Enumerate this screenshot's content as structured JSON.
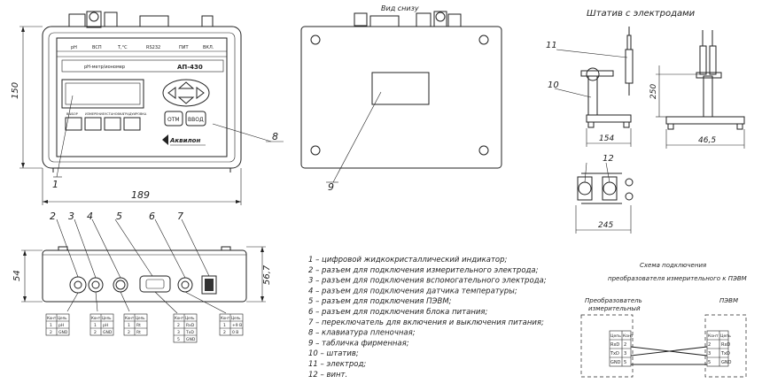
{
  "front_view": {
    "indicators": [
      "pH",
      "ВСП",
      "T,°C",
      "RS232",
      "ПИТ",
      "ВКЛ."
    ],
    "device_label": "pH-метр/иономер",
    "model": "АП-430",
    "keys": [
      "ВЫБОР",
      "ИЗМЕРЕНИЕ",
      "УСТАНОВКА",
      "ГРАДУИРОВКА"
    ],
    "btn_otm": "ОТМ",
    "btn_vvod": "ВВОД",
    "brand": "Аквилон",
    "dim_height": "150",
    "dim_width": "189",
    "callout_1": "1",
    "callout_8": "8"
  },
  "bottom_view": {
    "title": "Вид снизу",
    "callout_9": "9"
  },
  "side_view": {
    "dim_height": "54",
    "dim_height2": "56,7",
    "callouts": [
      "2",
      "3",
      "4",
      "5",
      "6",
      "7"
    ],
    "table_header": [
      "Конт",
      "Цепь"
    ],
    "tables": [
      [
        [
          "1",
          "рН"
        ],
        [
          "2",
          "GND"
        ]
      ],
      [
        [
          "1",
          "рН"
        ],
        [
          "2",
          "GND"
        ]
      ],
      [
        [
          "1",
          "Rt"
        ],
        [
          "2",
          "Rt"
        ]
      ],
      [
        [
          "2",
          "RxD"
        ],
        [
          "3",
          "TxD"
        ],
        [
          "5",
          "GND"
        ]
      ],
      [
        [
          "1",
          "+9 В"
        ],
        [
          "2",
          "0 В"
        ]
      ]
    ]
  },
  "stand": {
    "title": "Штатив с электродами",
    "callout_10": "10",
    "callout_11": "11",
    "callout_12": "12",
    "dim_154": "154",
    "dim_250": "250",
    "dim_465": "46,5",
    "dim_245": "245"
  },
  "legend": [
    "1 – цифровой жидкокристаллический индикатор;",
    "2 – разъем для подключения измерительного электрода;",
    "3 – разъем для подключения вспомогательного электрода;",
    "4 – разъем для подключения датчика температуры;",
    "5 – разъем для подключения ПЭВМ;",
    "6 – разъем для подключения блока питания;",
    "7 – переключатель для включения и выключения питания;",
    "8 – клавиатура пленочная;",
    "9 – табличка фирменная;",
    "10 – штатив;",
    "11 – электрод;",
    "12 – винт."
  ],
  "schema": {
    "title": "Схема подключения",
    "subtitle": "преобразователя измерительного к ПЭВМ",
    "left_label_1": "Преобразователь",
    "left_label_2": "измерительный",
    "right_label": "ПЭВМ",
    "col_headers": [
      "Цепь",
      "Конт"
    ],
    "right_col_headers": [
      "Конт",
      "Цепь"
    ],
    "left_rows": [
      [
        "RxD",
        "2"
      ],
      [
        "TxD",
        "3"
      ],
      [
        "GND",
        "5"
      ]
    ],
    "right_rows": [
      [
        "2",
        "RxD"
      ],
      [
        "3",
        "TxD"
      ],
      [
        "5",
        "GND"
      ]
    ]
  }
}
